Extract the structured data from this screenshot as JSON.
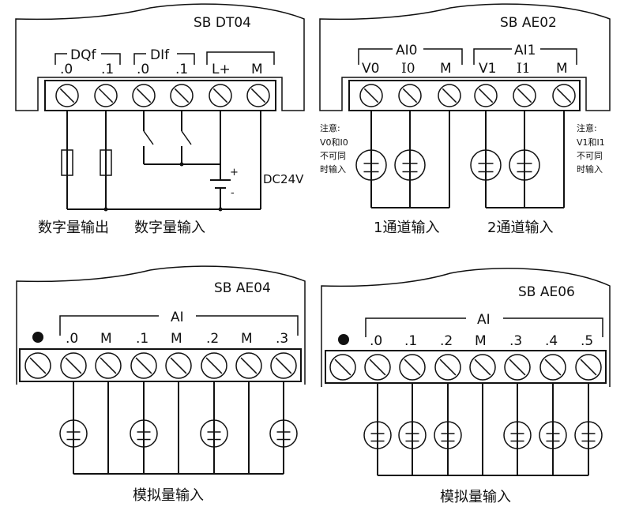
{
  "modules": [
    {
      "id": "sb-dt04",
      "title": "SB DT04",
      "groups": [
        {
          "name": "DQf",
          "terminals": [
            ".0",
            ".1"
          ]
        },
        {
          "name": "DIf",
          "terminals": [
            ".0",
            ".1"
          ]
        },
        {
          "name": "",
          "terminals": [
            "L+",
            "M"
          ]
        }
      ],
      "supply_label": "DC24V",
      "battery_plus": "+",
      "battery_minus": "-",
      "captions": [
        "数字量输出",
        "数字量输入"
      ]
    },
    {
      "id": "sb-ae02",
      "title": "SB AE02",
      "groups": [
        {
          "name": "AI0",
          "terminals": [
            "V0",
            "I0",
            "M"
          ]
        },
        {
          "name": "AI1",
          "terminals": [
            "V1",
            "I1",
            "M"
          ]
        }
      ],
      "notes": [
        [
          "注意:",
          "V0和I0",
          "不可同",
          "时输入"
        ],
        [
          "注意:",
          "V1和I1",
          "不可同",
          "时输入"
        ]
      ],
      "captions": [
        "1通道输入",
        "2通道输入"
      ]
    },
    {
      "id": "sb-ae04",
      "title": "SB AE04",
      "group": "AI",
      "terminals": [
        ".0",
        "M",
        ".1",
        "M",
        ".2",
        "M",
        ".3"
      ],
      "caption": "模拟量输入"
    },
    {
      "id": "sb-ae06",
      "title": "SB AE06",
      "group": "AI",
      "terminals": [
        ".0",
        ".1",
        ".2",
        "M",
        ".3",
        ".4",
        ".5"
      ],
      "caption": "模拟量输入"
    }
  ],
  "source_symbol": "±"
}
